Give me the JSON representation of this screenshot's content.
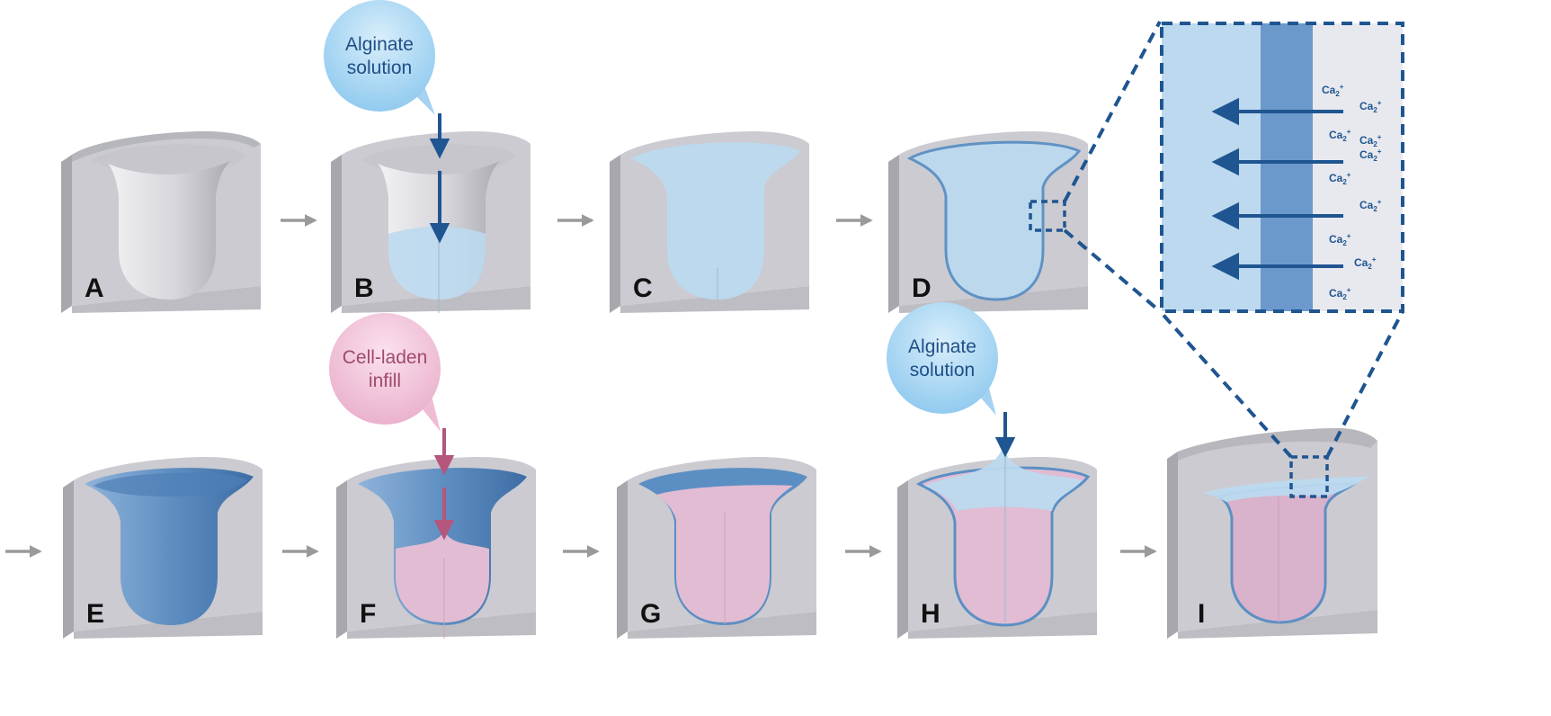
{
  "panels": [
    "A",
    "B",
    "C",
    "D",
    "E",
    "F",
    "G",
    "H",
    "I"
  ],
  "bubbles": {
    "top": {
      "line1": "Alginate",
      "line2": "solution"
    },
    "cell": {
      "line1": "Cell-laden",
      "line2": "infill"
    },
    "bottom": {
      "line1": "Alginate",
      "line2": "solution"
    }
  },
  "inset": {
    "ions": [
      "Ca",
      "Ca",
      "Ca",
      "Ca",
      "Ca",
      "Ca",
      "Ca",
      "Ca",
      "Ca",
      "Ca"
    ],
    "subscript": "2",
    "superscript": "+"
  },
  "colors": {
    "mold": "#d4d4da",
    "alginate": "#bcd9ef",
    "gel_shell": "#5b8fc4",
    "cell_infill": "#d9b2cb",
    "arrow_blue": "#1f5590",
    "arrow_pink": "#b5567c",
    "process_arrow": "#9a9a9a"
  }
}
